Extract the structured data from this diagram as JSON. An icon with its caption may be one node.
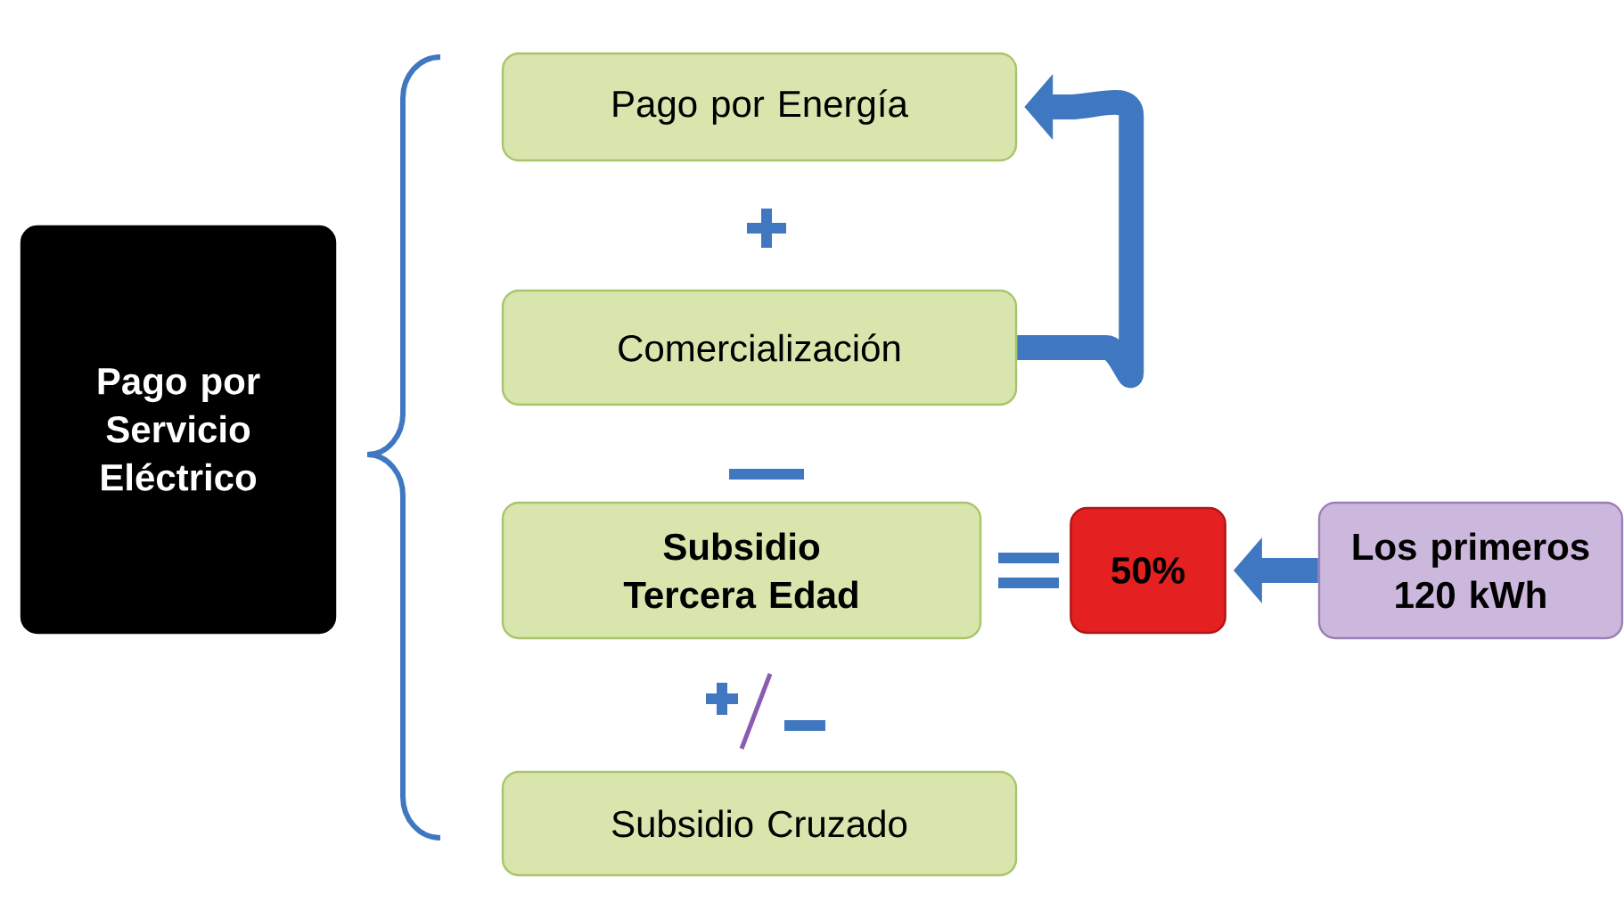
{
  "diagram": {
    "nodes": [
      {
        "text": [
          "Pago por Servicio Eléctrico"
        ]
      },
      {
        "text": [
          "Pago por Energía"
        ]
      },
      {
        "text": [
          "Comercialización"
        ]
      },
      {
        "text": [
          "Subsidio Tercera Edad"
        ]
      },
      {
        "text": [
          "Subsidio Cruzado"
        ]
      },
      {
        "text": [
          "50%"
        ]
      },
      {
        "text": [
          "Los primeros 120 kWh"
        ]
      }
    ],
    "edges": [
      {
        "from": 6,
        "to": 5,
        "arrow": "to"
      },
      {
        "from": 2,
        "to": 1,
        "arrow": "to"
      }
    ]
  }
}
